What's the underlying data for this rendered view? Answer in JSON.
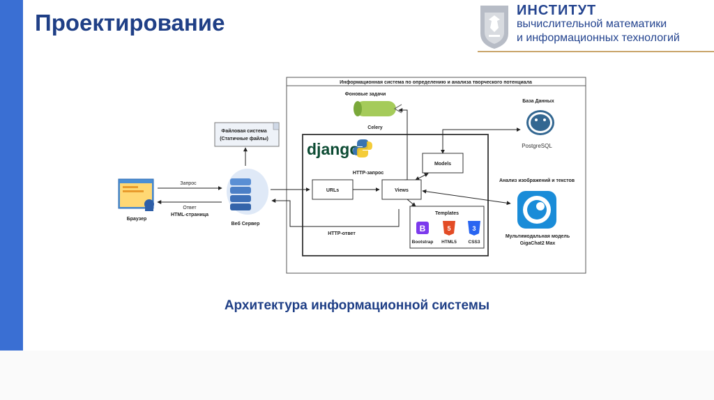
{
  "slide": {
    "title": "Проектирование",
    "caption": "Архитектура информационной системы"
  },
  "logo": {
    "line1": "ИНСТИТУТ",
    "line2": "вычислительной математики",
    "line3": "и информационных технологий"
  },
  "diagram": {
    "system_title": "Информационная система по определению и анализа творческого потенциала",
    "browser_label": "Браузер",
    "request_label": "Запрос",
    "response_label": "Ответ",
    "response_sub": "HTML-страница",
    "webserver_label": "Веб Сервер",
    "files_line1": "Файловая система",
    "files_line2": "(Статичные файлы)",
    "background_tasks": "Фоновые задачи",
    "celery": "Celery",
    "django": "django",
    "http_request": "HTTP-запрос",
    "http_response": "HTTP-ответ",
    "urls": "URLs",
    "views": "Views",
    "models": "Models",
    "templates": "Templates",
    "bootstrap": "Bootstrap",
    "html5": "HTML5",
    "css3": "CSS3",
    "database": "База Данных",
    "postgres": "PostgreSQL",
    "analysis": "Анализ изображений и текстов",
    "model_line1": "Мультимодальная модель",
    "model_line2": "GigaChat2 Max"
  },
  "colors": {
    "accent": "#3a6fd3",
    "title": "#1f3f86",
    "django": "#0c4b33",
    "celery": "#a5cb5a"
  }
}
